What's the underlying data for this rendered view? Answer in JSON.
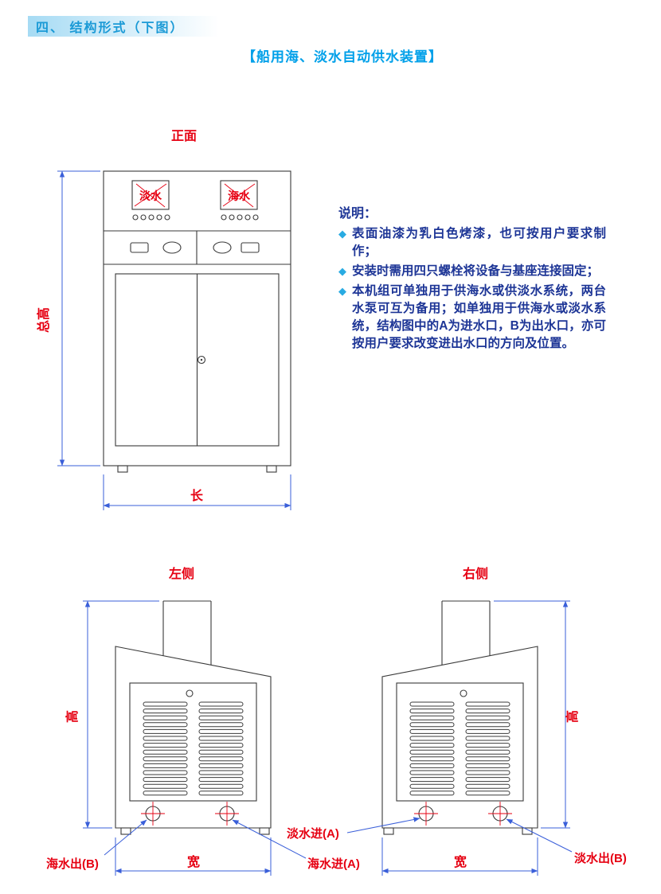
{
  "page": {
    "section_title": "四、 结构形式（下图）",
    "doc_title": "【船用海、淡水自动供水装置】"
  },
  "notes": {
    "heading": "说明：",
    "bullet": "◆",
    "items": [
      "表面油漆为乳白色烤漆，也可按用户要求制作；",
      "安装时需用四只螺栓将设备与基座连接固定；",
      "本机组可单独用于供海水或供淡水系统，两台水泵可互为备用；如单独用于供海水或淡水系统，结构图中的A为进水口，B为出水口，亦可按用户要求改变进出水口的方向及位置。"
    ]
  },
  "front_view": {
    "title": "正面",
    "display_left": "淡水",
    "display_right": "海水",
    "dim_height": "总高",
    "dim_length": "长"
  },
  "side_views": {
    "left": {
      "title": "左侧",
      "dim_height": "高",
      "dim_width": "宽"
    },
    "right": {
      "title": "右侧",
      "dim_height": "高",
      "dim_width": "宽"
    },
    "ports": {
      "sea_out": "海水出(B)",
      "sea_in": "海水进(A)",
      "fresh_in": "淡水进(A)",
      "fresh_out": "淡水出(B)"
    }
  },
  "colors": {
    "accent_blue": "#29abe2",
    "title_blue": "#00a0e9",
    "note_text": "#1d3596",
    "dim_blue": "#3a5fd9",
    "label_red": "#e60012",
    "line_black": "#3a3a3a"
  }
}
